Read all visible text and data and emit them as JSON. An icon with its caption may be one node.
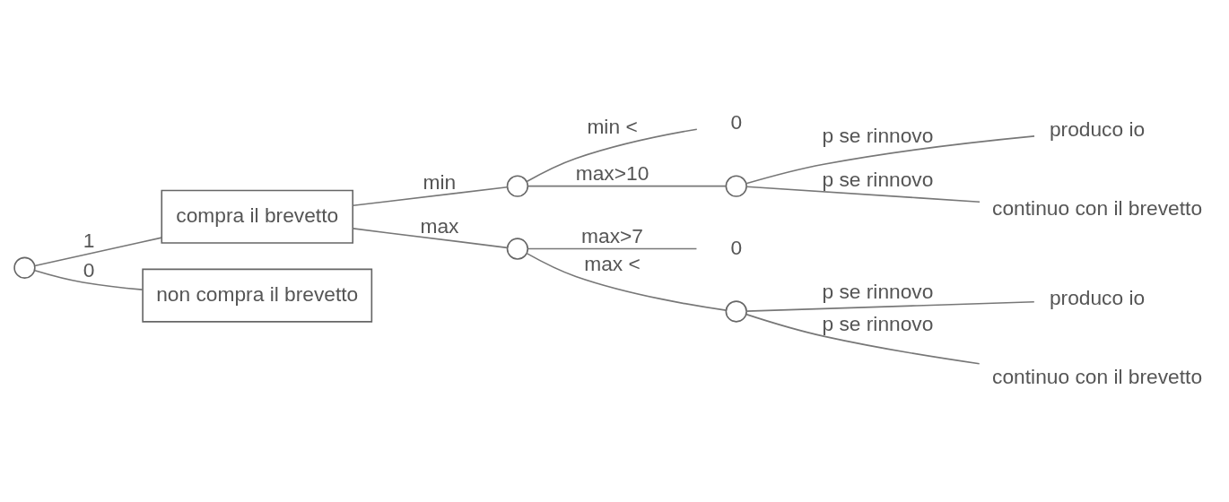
{
  "diagram": {
    "nodes": [
      {
        "text": [],
        "shape": "circle"
      },
      {
        "text": [
          "compra il brevetto"
        ]
      },
      {
        "text": [
          "non compra il brevetto"
        ]
      },
      {
        "text": [],
        "shape": "circle"
      },
      {
        "text": [],
        "shape": "circle"
      },
      {
        "text": [
          "0"
        ]
      },
      {
        "text": [],
        "shape": "circle"
      },
      {
        "text": [
          "produco io"
        ]
      },
      {
        "text": [
          "continuo con il brevetto"
        ]
      },
      {
        "text": [
          "0"
        ]
      },
      {
        "text": [],
        "shape": "circle"
      },
      {
        "text": [
          "produco io"
        ]
      },
      {
        "text": [
          "continuo con il brevetto"
        ]
      }
    ],
    "edges": [
      {
        "from": 0,
        "to": 1,
        "arrow": "none",
        "label": "1"
      },
      {
        "from": 0,
        "to": 2,
        "arrow": "none",
        "label": "0"
      },
      {
        "from": 1,
        "to": 3,
        "arrow": "none",
        "label": "min"
      },
      {
        "from": 1,
        "to": 4,
        "arrow": "none",
        "label": "max"
      },
      {
        "from": 3,
        "to": 5,
        "arrow": "none",
        "label": "min <"
      },
      {
        "from": 3,
        "to": 6,
        "arrow": "none",
        "label": "max>10"
      },
      {
        "from": 6,
        "to": 7,
        "arrow": "none",
        "label": "p se rinnovo"
      },
      {
        "from": 6,
        "to": 8,
        "arrow": "none",
        "label": "p se rinnovo"
      },
      {
        "from": 4,
        "to": 9,
        "arrow": "none",
        "label": "max>7"
      },
      {
        "from": 4,
        "to": 10,
        "arrow": "none",
        "label": "max <"
      },
      {
        "from": 10,
        "to": 11,
        "arrow": "none",
        "label": "p se rinnovo"
      },
      {
        "from": 10,
        "to": 12,
        "arrow": "none",
        "label": "p se rinnovo"
      }
    ]
  }
}
